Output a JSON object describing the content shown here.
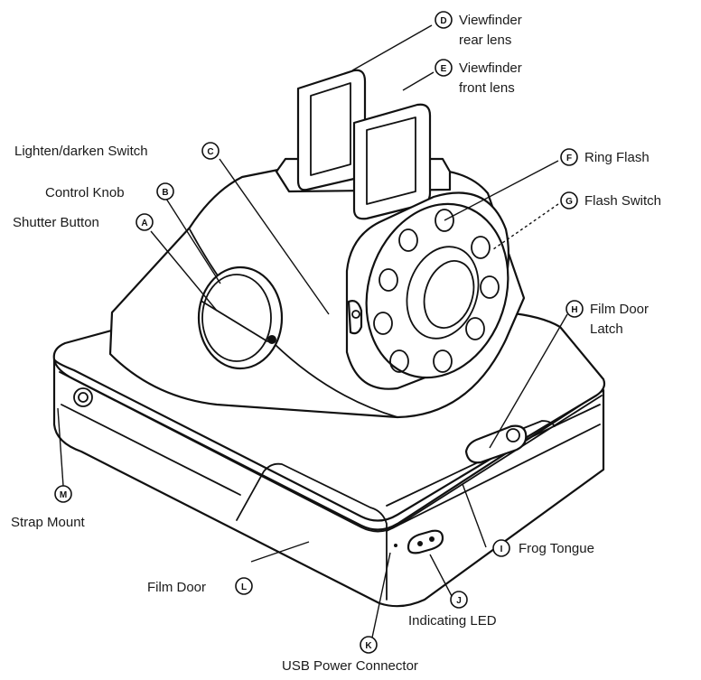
{
  "labels": {
    "A": {
      "letter": "A",
      "text": "Shutter Button"
    },
    "B": {
      "letter": "B",
      "text": "Control Knob"
    },
    "C": {
      "letter": "C",
      "text": "Lighten/darken Switch"
    },
    "D": {
      "letter": "D",
      "line1": "Viewfinder",
      "line2": "rear lens"
    },
    "E": {
      "letter": "E",
      "line1": "Viewfinder",
      "line2": "front lens"
    },
    "F": {
      "letter": "F",
      "text": "Ring Flash"
    },
    "G": {
      "letter": "G",
      "text": "Flash Switch"
    },
    "H": {
      "letter": "H",
      "line1": "Film Door",
      "line2": "Latch"
    },
    "I": {
      "letter": "I",
      "text": "Frog Tongue"
    },
    "J": {
      "letter": "J",
      "text": "Indicating LED"
    },
    "K": {
      "letter": "K",
      "text": "USB Power Connector"
    },
    "L": {
      "letter": "L",
      "text": "Film Door"
    },
    "M": {
      "letter": "M",
      "text": "Strap Mount"
    }
  },
  "colors": {
    "ink": "#111111",
    "paper": "#ffffff"
  }
}
